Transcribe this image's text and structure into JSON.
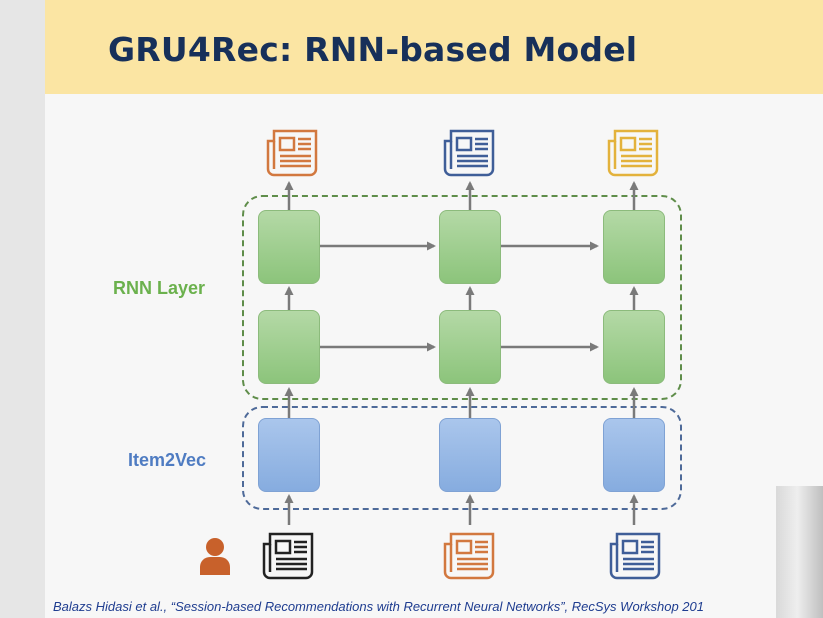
{
  "slide": {
    "title": "GRU4Rec: RNN-based Model",
    "citation": "Balazs Hidasi et al., “Session-based Recommendations with Recurrent Neural Networks”, RecSys Workshop 201"
  },
  "labels": {
    "rnn_layer": "RNN Layer",
    "item2vec": "Item2Vec"
  },
  "colors": {
    "title_bar": "#fbe5a3",
    "title_text": "#17305a",
    "rnn_green": "#6bb14d",
    "item_blue": "#4f7cc2",
    "arrow_gray": "#7a7a7a",
    "doc_orange": "#d2783f",
    "doc_blue": "#3f5e98",
    "doc_gold": "#e3b23c",
    "doc_black": "#222222",
    "user_orange": "#c8612b"
  },
  "icons": {
    "outputs": [
      "document-icon",
      "document-icon",
      "document-icon"
    ],
    "inputs": [
      "document-icon",
      "document-icon",
      "document-icon"
    ],
    "user": "person-icon"
  }
}
